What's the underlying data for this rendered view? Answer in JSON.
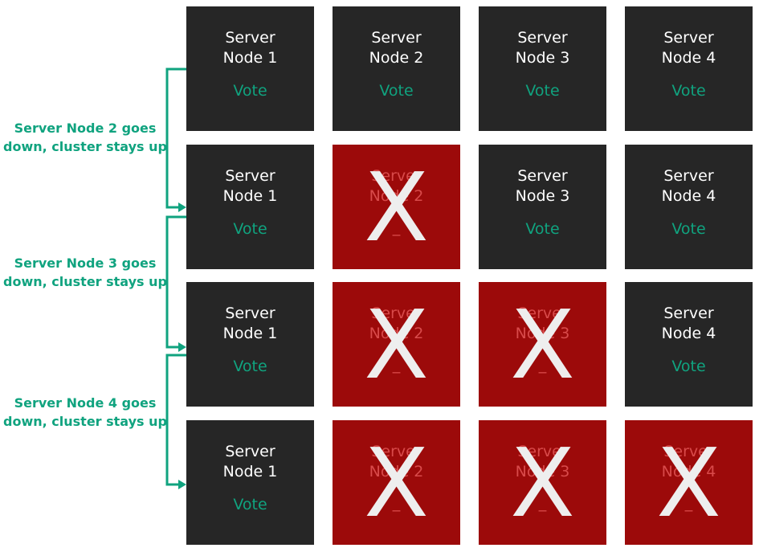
{
  "colors": {
    "node_up": "#262626",
    "node_down": "#9c0a0a",
    "vote_text": "#10a37f",
    "arrow": "#10a37f",
    "x_mark": "#eeeeee"
  },
  "rows": [
    {
      "nodes": [
        {
          "line1": "Server",
          "line2": "Node 1",
          "status": "up",
          "vote": "Vote"
        },
        {
          "line1": "Server",
          "line2": "Node 2",
          "status": "up",
          "vote": "Vote"
        },
        {
          "line1": "Server",
          "line2": "Node 3",
          "status": "up",
          "vote": "Vote"
        },
        {
          "line1": "Server",
          "line2": "Node 4",
          "status": "up",
          "vote": "Vote"
        }
      ]
    },
    {
      "nodes": [
        {
          "line1": "Server",
          "line2": "Node 1",
          "status": "up",
          "vote": "Vote"
        },
        {
          "line1": "Server",
          "line2": "Node 2",
          "status": "down",
          "mark": "X",
          "dash": "_"
        },
        {
          "line1": "Server",
          "line2": "Node 3",
          "status": "up",
          "vote": "Vote"
        },
        {
          "line1": "Server",
          "line2": "Node 4",
          "status": "up",
          "vote": "Vote"
        }
      ]
    },
    {
      "nodes": [
        {
          "line1": "Server",
          "line2": "Node 1",
          "status": "up",
          "vote": "Vote"
        },
        {
          "line1": "Server",
          "line2": "Node 2",
          "status": "down",
          "mark": "X",
          "dash": "_"
        },
        {
          "line1": "Server",
          "line2": "Node 3",
          "status": "down",
          "mark": "X",
          "dash": "_"
        },
        {
          "line1": "Server",
          "line2": "Node 4",
          "status": "up",
          "vote": "Vote"
        }
      ]
    },
    {
      "nodes": [
        {
          "line1": "Server",
          "line2": "Node 1",
          "status": "up",
          "vote": "Vote"
        },
        {
          "line1": "Server",
          "line2": "Node 2",
          "status": "down",
          "mark": "X",
          "dash": "_"
        },
        {
          "line1": "Server",
          "line2": "Node 3",
          "status": "down",
          "mark": "X",
          "dash": "_"
        },
        {
          "line1": "Server",
          "line2": "Node 4",
          "status": "down",
          "mark": "X",
          "dash": "_"
        }
      ]
    }
  ],
  "steps": [
    {
      "line1": "Server Node 2 goes",
      "line2": "down, cluster stays up"
    },
    {
      "line1": "Server Node 3 goes",
      "line2": "down, cluster stays up"
    },
    {
      "line1": "Server Node 4 goes",
      "line2": "down, cluster stays up"
    }
  ]
}
